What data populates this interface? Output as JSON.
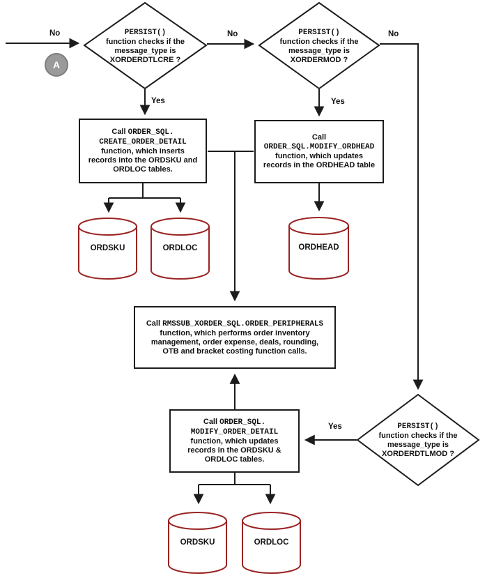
{
  "colors": {
    "line": "#1c1c1c",
    "box_border": "#1c1c1c",
    "cylinder_stroke": "#9b2323",
    "circle_fill": "#9a9a9a",
    "circle_border": "#7d7d7d",
    "text": "#111111"
  },
  "circle_a": {
    "label": "A"
  },
  "labels": {
    "no_entry": "No",
    "no_mid": "No",
    "no_right": "No",
    "yes_left": "Yes",
    "yes_right": "Yes",
    "yes_bottom": "Yes"
  },
  "diamonds": {
    "xorderdtlcre": {
      "lines": [
        [
          {
            "t": "PERSIST()",
            "m": true
          }
        ],
        [
          {
            "t": "function checks if the"
          }
        ],
        [
          {
            "t": "message_type is"
          }
        ],
        [
          {
            "t": "XORDERDTLCRE ?"
          }
        ]
      ]
    },
    "xordermod": {
      "lines": [
        [
          {
            "t": "PERSIST()",
            "m": true
          }
        ],
        [
          {
            "t": "function checks if the"
          }
        ],
        [
          {
            "t": "message_type is"
          }
        ],
        [
          {
            "t": "XORDERMOD ?"
          }
        ]
      ]
    },
    "xorderdtlmod": {
      "lines": [
        [
          {
            "t": "PERSIST()",
            "m": true
          }
        ],
        [
          {
            "t": "function checks if the"
          }
        ],
        [
          {
            "t": "message_type is"
          }
        ],
        [
          {
            "t": "XORDERDTLMOD ?"
          }
        ]
      ]
    }
  },
  "boxes": {
    "create_order_detail": {
      "lines": [
        [
          {
            "t": "Call "
          },
          {
            "t": "ORDER_SQL.",
            "m": true
          }
        ],
        [
          {
            "t": "CREATE_ORDER_DETAIL",
            "m": true
          }
        ],
        [
          {
            "t": "function, which inserts"
          }
        ],
        [
          {
            "t": "records into the ORDSKU and"
          }
        ],
        [
          {
            "t": "ORDLOC tables."
          }
        ]
      ]
    },
    "modify_ordhead": {
      "lines": [
        [
          {
            "t": "Call"
          }
        ],
        [
          {
            "t": "ORDER_SQL.MODIFY_ORDHEAD",
            "m": true
          }
        ],
        [
          {
            "t": "function, which updates"
          }
        ],
        [
          {
            "t": "records in the ORDHEAD table"
          }
        ]
      ]
    },
    "order_peripherals": {
      "lines": [
        [
          {
            "t": "Call "
          },
          {
            "t": "RMSSUB_XORDER_SQL.ORDER_PERIPHERALS",
            "m": true
          }
        ],
        [
          {
            "t": "function, which performs order inventory"
          }
        ],
        [
          {
            "t": "management, order expense, deals, rounding,"
          }
        ],
        [
          {
            "t": "OTB and bracket costing function calls."
          }
        ]
      ]
    },
    "modify_order_detail": {
      "lines": [
        [
          {
            "t": "Call "
          },
          {
            "t": "ORDER_SQL.",
            "m": true
          }
        ],
        [
          {
            "t": "MODIFY_ORDER_DETAIL",
            "m": true
          }
        ],
        [
          {
            "t": "function, which updates"
          }
        ],
        [
          {
            "t": "records in the ORDSKU &"
          }
        ],
        [
          {
            "t": "ORDLOC tables."
          }
        ]
      ]
    }
  },
  "cylinders": {
    "ordsku_top": "ORDSKU",
    "ordloc_top": "ORDLOC",
    "ordhead": "ORDHEAD",
    "ordsku_bottom": "ORDSKU",
    "ordloc_bottom": "ORDLOC"
  }
}
